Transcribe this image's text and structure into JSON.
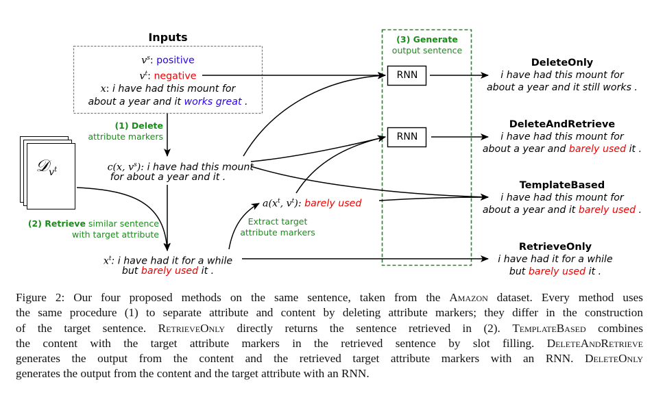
{
  "figure": {
    "inputs": {
      "title": "Inputs",
      "vs_symbol": "v",
      "vs_sup": "s",
      "vs_value": "positive",
      "vt_symbol": "v",
      "vt_sup": "t",
      "vt_value": "negative",
      "x_symbol": "x",
      "x_line1": "i have had this mount for",
      "x_line2_prefix": "about a year and it ",
      "x_line2_marker": "works great",
      "x_line2_suffix": " ."
    },
    "corpus": {
      "symbol": "𝒟",
      "sub": "v",
      "sub_sup": "t"
    },
    "step1": {
      "bold": "(1) Delete",
      "text": "attribute markers"
    },
    "content": {
      "symbol": "c(x, v",
      "sup": "s",
      "close": "):",
      "line1": " i have had this mount",
      "line2": "for about a year and it ."
    },
    "step2": {
      "bold": "(2) Retrieve",
      "text1": " similar sentence",
      "text2": "with target attribute"
    },
    "retrieved": {
      "symbol": "x",
      "sup": "t",
      "line1": ": i have had it for a while",
      "line2_prefix": "but ",
      "line2_marker": "barely used",
      "line2_suffix": " it ."
    },
    "extract": {
      "line1": "Extract target",
      "line2": "attribute markers"
    },
    "attr": {
      "symbol": "a(x",
      "sup1": "t",
      "mid": ", v",
      "sup2": "t",
      "close": "):",
      "marker": "barely used"
    },
    "step3": {
      "bold": "(3) Generate",
      "text": "output sentence"
    },
    "rnn_label": "RNN",
    "outputs": [
      {
        "name": "DeleteOnly",
        "line1": "i have had this mount for",
        "line2_prefix": "about a year and it still works .",
        "line2_marker": "",
        "line2_suffix": ""
      },
      {
        "name": "DeleteAndRetrieve",
        "line1": "i have had this mount for",
        "line2_prefix": "about a year and ",
        "line2_marker": "barely used",
        "line2_suffix": " it ."
      },
      {
        "name": "TemplateBased",
        "line1": "i have had this mount for",
        "line2_prefix": "about a year and it ",
        "line2_marker": "barely used",
        "line2_suffix": " ."
      },
      {
        "name": "RetrieveOnly",
        "line1": "i have had it for a while",
        "line2_prefix": "but ",
        "line2_marker": "barely used",
        "line2_suffix": " it ."
      }
    ],
    "colors": {
      "source_attribute": "#2a00ee",
      "target_attribute": "#ee0000",
      "step_label": "#1a8c1a",
      "generate_box_border": "#1a8c1a",
      "inputs_box_border": "#777777"
    }
  },
  "caption": {
    "l1a": "Figure 2: Our four proposed methods on the same sentence, taken from the ",
    "l1_amazon": "Amazon",
    "l1b": " dataset. Every method uses",
    "l2": "the same procedure (1) to separate attribute and content by deleting attribute markers; they differ in the construction",
    "l3a": "of the target sentence. ",
    "l3_ro": "RetrieveOnly",
    "l3b": " directly returns the sentence retrieved in (2). ",
    "l3_tb": "TemplateBased",
    "l3c": " combines",
    "l4a": "the content with the target attribute markers in the retrieved sentence by slot filling. ",
    "l4_dar": "DeleteAndRetrieve",
    "l5a": "generates the output from the content and the retrieved target attribute markers with an RNN. ",
    "l5_do": "DeleteOnly",
    "l6": "generates the output from the content and the target attribute with an RNN."
  }
}
